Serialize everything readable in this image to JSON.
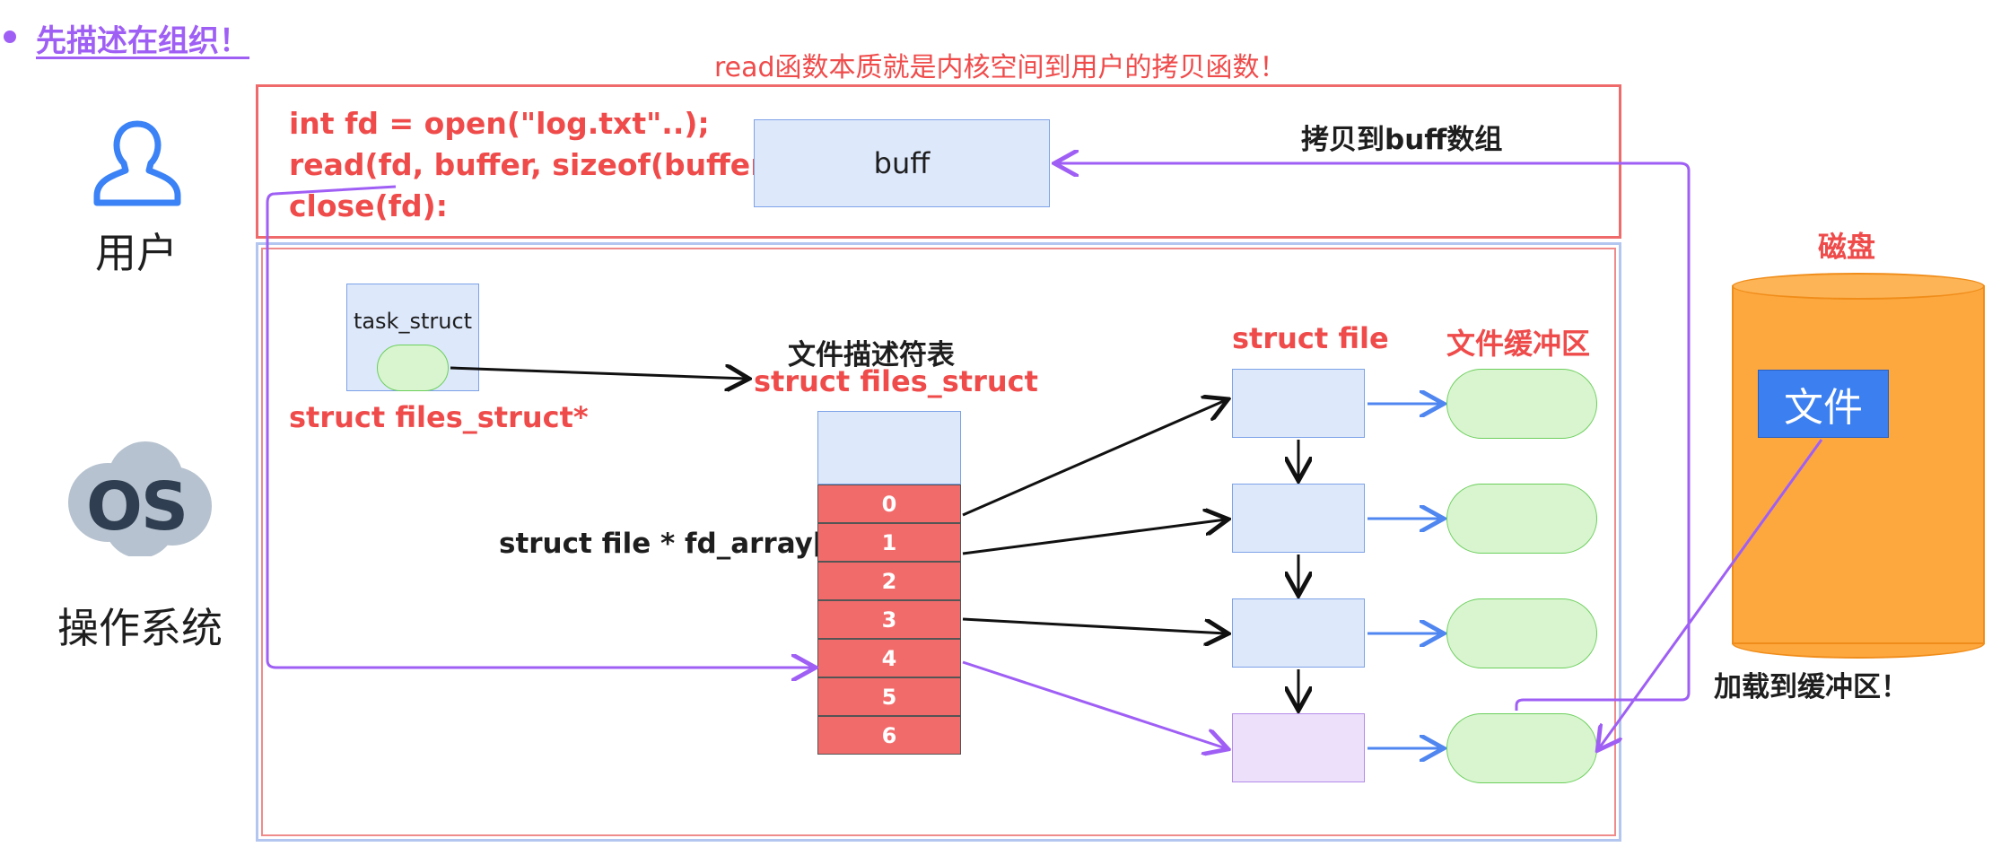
{
  "heading": "先描述在组织！",
  "top_note": "read函数本质就是内核空间到用户的拷贝函数！",
  "user_side": {
    "label": "用户",
    "icon": "user-icon"
  },
  "os_side": {
    "label": "操作系统",
    "badge": "OS",
    "icon": "os-cloud-icon"
  },
  "code": {
    "line1": "int fd = open(\"log.txt\"..);",
    "line2": "read(fd, buffer, sizeof(buffer):",
    "line3": "close(fd):"
  },
  "buff_label": "buff",
  "copy_to_buff": "拷贝到buff数组",
  "task_struct": {
    "label": "task_struct",
    "pointer_label": "struct files_struct*"
  },
  "fd_table": {
    "title_cn": "文件描述符表",
    "title_struct": "struct files_struct",
    "array_label": "struct file * fd_array[]",
    "indices": [
      "0",
      "1",
      "2",
      "3",
      "4",
      "5",
      "6"
    ]
  },
  "struct_file_label": "struct file",
  "file_buffer_label": "文件缓冲区",
  "disk": {
    "label": "磁盘",
    "file_label": "文件"
  },
  "load_to_buffer": "加载到缓冲区！",
  "colors": {
    "red": "#ef4b4b",
    "purple": "#9f5ff5",
    "blue_arrow": "#4f86f0",
    "orange": "#fda83f"
  }
}
